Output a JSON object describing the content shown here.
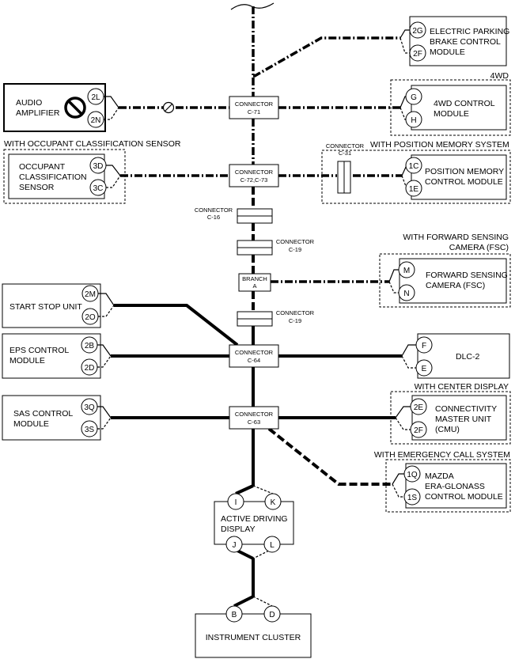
{
  "modules": {
    "epb": {
      "name": [
        "ELECTRIC PARKING",
        "BRAKE CONTROL",
        "MODULE"
      ],
      "pins": [
        "2G",
        "2F"
      ]
    },
    "audio": {
      "name": [
        "AUDIO",
        "AMPLIFIER"
      ],
      "pins": [
        "2L",
        "2N"
      ]
    },
    "fwd4": {
      "name": [
        "4WD CONTROL",
        "MODULE"
      ],
      "pins": [
        "G",
        "H"
      ],
      "condition": "4WD"
    },
    "ocs": {
      "name": [
        "OCCUPANT",
        "CLASSIFICATION",
        "SENSOR"
      ],
      "pins": [
        "3D",
        "3C"
      ],
      "condition": "WITH OCCUPANT CLASSIFICATION SENSOR"
    },
    "posmem": {
      "name": [
        "POSITION MEMORY",
        "CONTROL MODULE"
      ],
      "pins": [
        "1C",
        "1E"
      ],
      "condition": "WITH POSITION MEMORY SYSTEM"
    },
    "fsc": {
      "name": [
        "FORWARD SENSING",
        "CAMERA (FSC)"
      ],
      "pins": [
        "M",
        "N"
      ],
      "condition": [
        "WITH FORWARD SENSING",
        "CAMERA (FSC)"
      ]
    },
    "ssu": {
      "name": [
        "START STOP UNIT"
      ],
      "pins": [
        "2M",
        "2O"
      ]
    },
    "eps": {
      "name": [
        "EPS CONTROL",
        "MODULE"
      ],
      "pins": [
        "2B",
        "2D"
      ]
    },
    "dlc": {
      "name": [
        "DLC-2"
      ],
      "pins": [
        "F",
        "E"
      ]
    },
    "sas": {
      "name": [
        "SAS CONTROL",
        "MODULE"
      ],
      "pins": [
        "3Q",
        "3S"
      ]
    },
    "cmu": {
      "name": [
        "CONNECTIVITY",
        "MASTER UNIT",
        "(CMU)"
      ],
      "pins": [
        "2E",
        "2F"
      ],
      "condition": "WITH CENTER DISPLAY"
    },
    "era": {
      "name": [
        "MAZDA",
        "ERA-GLONASS",
        "CONTROL MODULE"
      ],
      "pins": [
        "1Q",
        "1S"
      ],
      "condition": "WITH EMERGENCY CALL SYSTEM"
    },
    "add": {
      "name": [
        "ACTIVE DRIVING",
        "DISPLAY"
      ],
      "pins": [
        "I",
        "K",
        "J",
        "L"
      ]
    },
    "ic": {
      "name": [
        "INSTRUMENT CLUSTER"
      ],
      "pins": [
        "B",
        "D"
      ]
    }
  },
  "connectors": {
    "c71": [
      "CONNECTOR",
      "C-71"
    ],
    "c72": [
      "CONNECTOR",
      "C-72,C-73"
    ],
    "c31": [
      "CONNECTOR",
      "C-31"
    ],
    "c16": [
      "CONNECTOR",
      "C-16"
    ],
    "c19a": [
      "CONNECTOR",
      "C-19"
    ],
    "branch": [
      "BRANCH",
      "A"
    ],
    "c19b": [
      "CONNECTOR",
      "C-19"
    ],
    "c64": [
      "CONNECTOR",
      "C-64"
    ],
    "c63": [
      "CONNECTOR",
      "C-63"
    ]
  },
  "icons": {
    "audio_no_symbol": "prohibited-circle-icon",
    "wire_break": "wire-break-icon"
  }
}
